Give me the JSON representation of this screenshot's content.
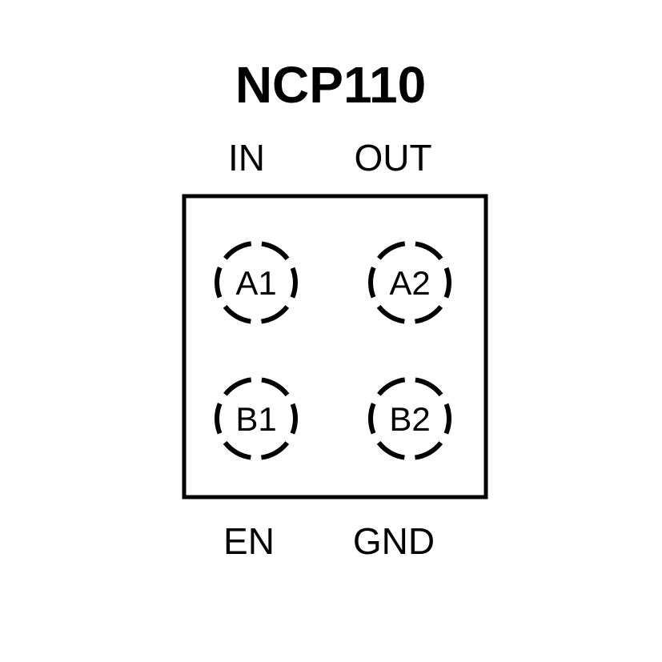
{
  "diagram": {
    "title": "NCP110",
    "top_labels": [
      {
        "name": "IN"
      },
      {
        "name": "OUT"
      }
    ],
    "bottom_labels": [
      {
        "name": "EN"
      },
      {
        "name": "GND"
      }
    ],
    "pins": [
      {
        "id": "A1",
        "row": "A",
        "column": "1"
      },
      {
        "id": "A2",
        "row": "A",
        "column": "2"
      },
      {
        "id": "B1",
        "row": "B",
        "column": "1"
      },
      {
        "id": "B2",
        "row": "B",
        "column": "2"
      }
    ],
    "colors": {
      "line": "#000000",
      "background": "#ffffff"
    }
  }
}
